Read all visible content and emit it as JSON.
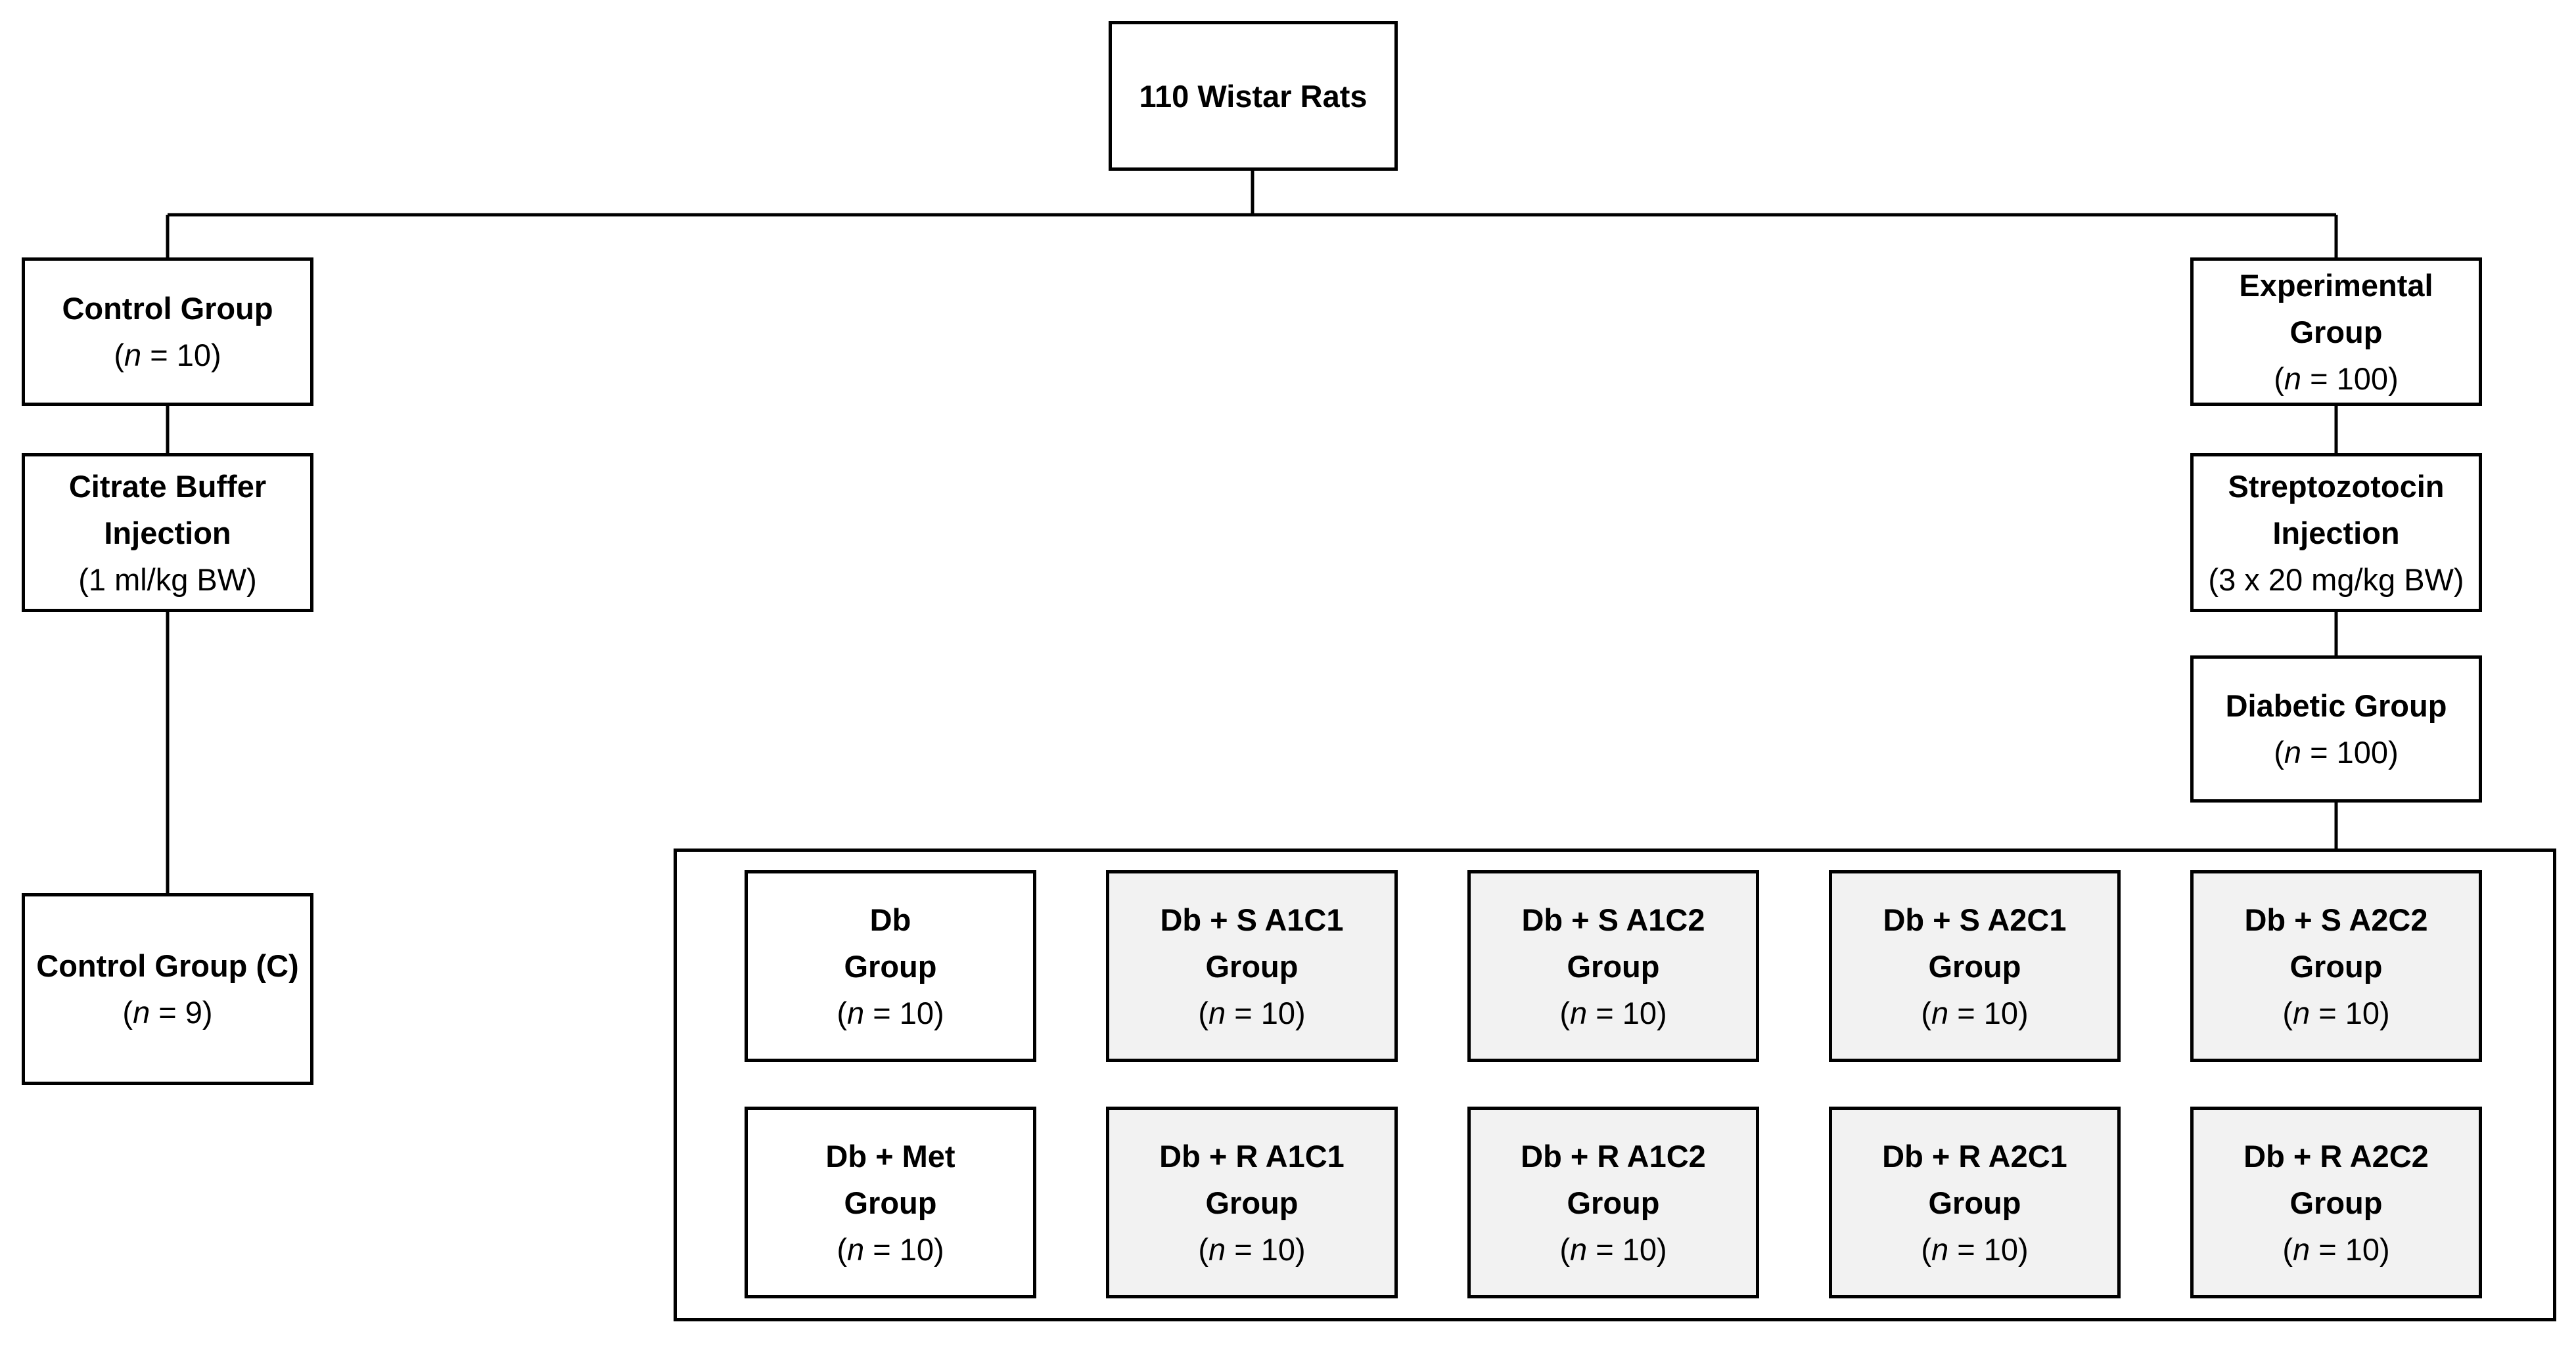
{
  "root": {
    "title": "110 Wistar Rats"
  },
  "control": {
    "group": {
      "title": "Control Group",
      "n_var": "n",
      "n_val": "= 10"
    },
    "injection": {
      "line1": "Citrate Buffer",
      "line2": "Injection",
      "dose": "(1 ml/kg BW)"
    },
    "final": {
      "title": "Control Group (C)",
      "n_var": "n",
      "n_val": "= 9"
    }
  },
  "experimental": {
    "group": {
      "line1": "Experimental",
      "line2": "Group",
      "n_var": "n",
      "n_val": "= 100"
    },
    "injection": {
      "line1": "Streptozotocin",
      "line2": "Injection",
      "dose": "(3 x 20 mg/kg BW)"
    },
    "diabetic": {
      "title": "Diabetic Group",
      "n_var": "n",
      "n_val": "= 100"
    }
  },
  "subgroups": [
    {
      "line1": "Db",
      "line2": "Group",
      "n_var": "n",
      "n_val": "= 10"
    },
    {
      "line1": "Db + S A1C1",
      "line2": "Group",
      "n_var": "n",
      "n_val": "= 10"
    },
    {
      "line1": "Db + S A1C2",
      "line2": "Group",
      "n_var": "n",
      "n_val": "= 10"
    },
    {
      "line1": "Db + S A2C1",
      "line2": "Group",
      "n_var": "n",
      "n_val": "= 10"
    },
    {
      "line1": "Db + S A2C2",
      "line2": "Group",
      "n_var": "n",
      "n_val": "= 10"
    },
    {
      "line1": "Db + Met",
      "line2": "Group",
      "n_var": "n",
      "n_val": "= 10"
    },
    {
      "line1": "Db + R A1C1",
      "line2": "Group",
      "n_var": "n",
      "n_val": "= 10"
    },
    {
      "line1": "Db + R A1C2",
      "line2": "Group",
      "n_var": "n",
      "n_val": "= 10"
    },
    {
      "line1": "Db + R A2C1",
      "line2": "Group",
      "n_var": "n",
      "n_val": "= 10"
    },
    {
      "line1": "Db + R A2C2",
      "line2": "Group",
      "n_var": "n",
      "n_val": "= 10"
    }
  ],
  "colors": {
    "line": "#000000",
    "box_fill": "#ffffff",
    "treated_fill": "#f2f2f2"
  }
}
